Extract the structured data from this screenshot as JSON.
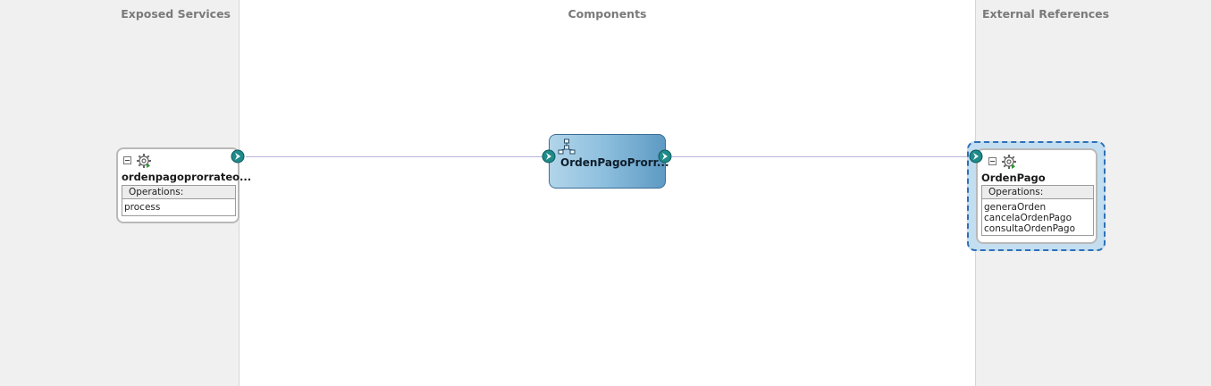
{
  "lanes": {
    "left_title": "Exposed Services",
    "middle_title": "Components",
    "right_title": "External References"
  },
  "exposed_service": {
    "name": "ordenpagoprorrateo...",
    "operations_header": "Operations:",
    "operations": [
      "process"
    ]
  },
  "component": {
    "name": "OrdenPagoProrr..."
  },
  "external_reference": {
    "name": "OrdenPago",
    "operations_header": "Operations:",
    "operations": [
      "generaOrden",
      "cancelaOrdenPago",
      "consultaOrdenPago"
    ]
  },
  "colors": {
    "wire": "#b7b3dd",
    "port": "#1f8a8a",
    "component_fill_start": "#b2d5e9",
    "component_fill_end": "#5e9ac3",
    "selection": "#2e70b8"
  },
  "icons": {
    "service": "gear-service-icon",
    "component": "bpel-process-icon",
    "port": "chevron-port-icon"
  }
}
